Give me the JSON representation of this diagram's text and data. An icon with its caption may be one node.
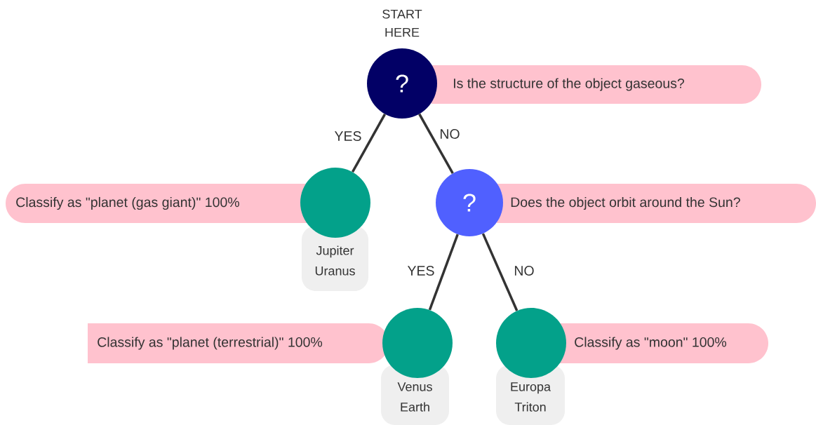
{
  "diagram": {
    "nodes": [
      {
        "text": [
          "?"
        ],
        "beside": [
          "START HERE"
        ]
      },
      {
        "text": [
          "Is the structure of the object gaseous?"
        ]
      },
      {
        "text": [],
        "shape": "circle"
      },
      {
        "text": [
          "Classify as \"planet (gas giant)\" 100%"
        ]
      },
      {
        "text": [
          "Jupiter Uranus"
        ]
      },
      {
        "text": [
          "?"
        ]
      },
      {
        "text": [
          "Does the object orbit around the Sun?"
        ]
      },
      {
        "text": [],
        "shape": "circle"
      },
      {
        "text": [
          "Classify as \"planet (terrestrial)\" 100%"
        ]
      },
      {
        "text": [
          "Venus Earth"
        ]
      },
      {
        "text": [],
        "shape": "circle"
      },
      {
        "text": [
          "Classify as \"moon\" 100%"
        ]
      },
      {
        "text": [
          "Europa Triton"
        ]
      }
    ],
    "edges": [
      {
        "from": 0,
        "to": 2,
        "arrow": "none",
        "label": "YES"
      },
      {
        "from": 0,
        "to": 5,
        "arrow": "none",
        "label": "NO"
      },
      {
        "from": 5,
        "to": 7,
        "arrow": "none",
        "label": "YES"
      },
      {
        "from": 5,
        "to": 10,
        "arrow": "none",
        "label": "NO"
      }
    ]
  }
}
